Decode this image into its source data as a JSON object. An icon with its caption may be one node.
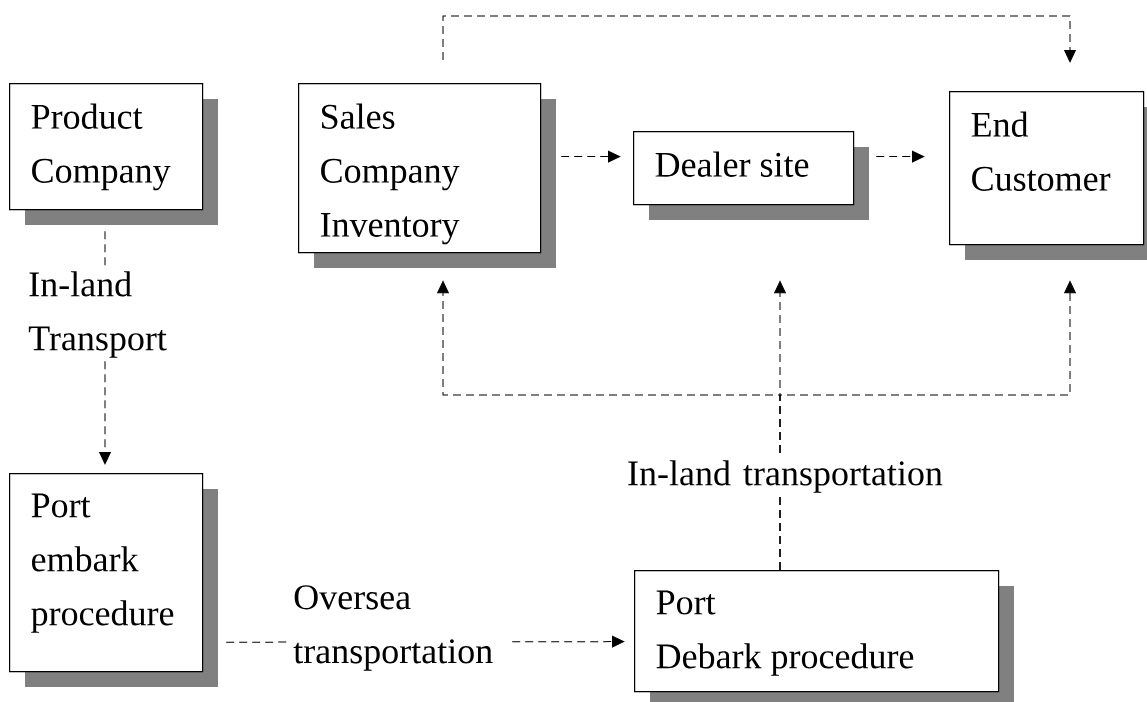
{
  "diagram": {
    "nodes": [
      {
        "text": [
          "Product Company"
        ]
      },
      {
        "text": [
          "Sales Company Inventory"
        ]
      },
      {
        "text": [
          "Dealer site"
        ]
      },
      {
        "text": [
          "End Customer"
        ]
      },
      {
        "text": [
          "Port embark procedure"
        ]
      },
      {
        "text": [
          "Port",
          "Debark procedure"
        ]
      }
    ],
    "edges": [
      {
        "from": 0,
        "to": 4,
        "arrow": "to",
        "style": "dashed",
        "label": "In-land Transport"
      },
      {
        "from": 1,
        "to": 2,
        "arrow": "to",
        "style": "dashed"
      },
      {
        "from": 2,
        "to": 3,
        "arrow": "to",
        "style": "dashed"
      },
      {
        "from": 1,
        "to": 3,
        "arrow": "to",
        "style": "dashed"
      },
      {
        "from": 4,
        "to": 5,
        "arrow": "to",
        "style": "dashed",
        "label": "Oversea transportation"
      },
      {
        "from": 5,
        "to": 1,
        "arrow": "to",
        "style": "dashed"
      },
      {
        "from": 5,
        "to": 2,
        "arrow": "to",
        "style": "dashed",
        "label": "In-land transportation"
      },
      {
        "from": 5,
        "to": 3,
        "arrow": "to",
        "style": "dashed"
      }
    ]
  }
}
